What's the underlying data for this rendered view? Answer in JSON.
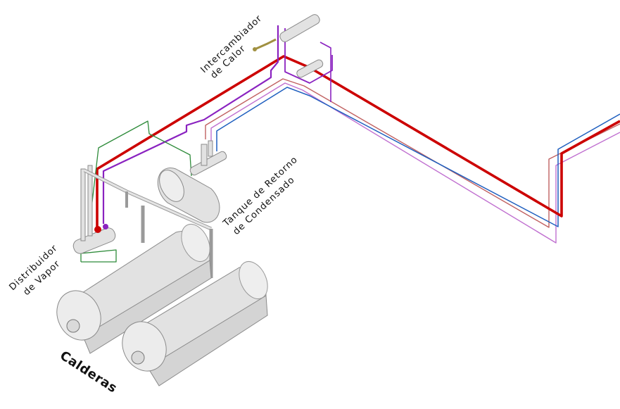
{
  "labels": {
    "heat_exchanger": [
      "Intercambiador",
      "de Calor"
    ],
    "condensate_tank": [
      "Tanque de Retorno",
      "de Condensado"
    ],
    "steam_distributor": [
      "Distribuidor",
      "de Vapor"
    ],
    "boilers": "Calderas"
  },
  "pipe_colors": {
    "steam": "#cc0000",
    "condensate": "#1f5fbf",
    "return": "#c06060",
    "aux": "#c070d0",
    "violet": "#8a22c0",
    "green": "#2e8b3a",
    "equipment": "#e2e2e2",
    "equipment_stroke": "#8a8a8a"
  }
}
